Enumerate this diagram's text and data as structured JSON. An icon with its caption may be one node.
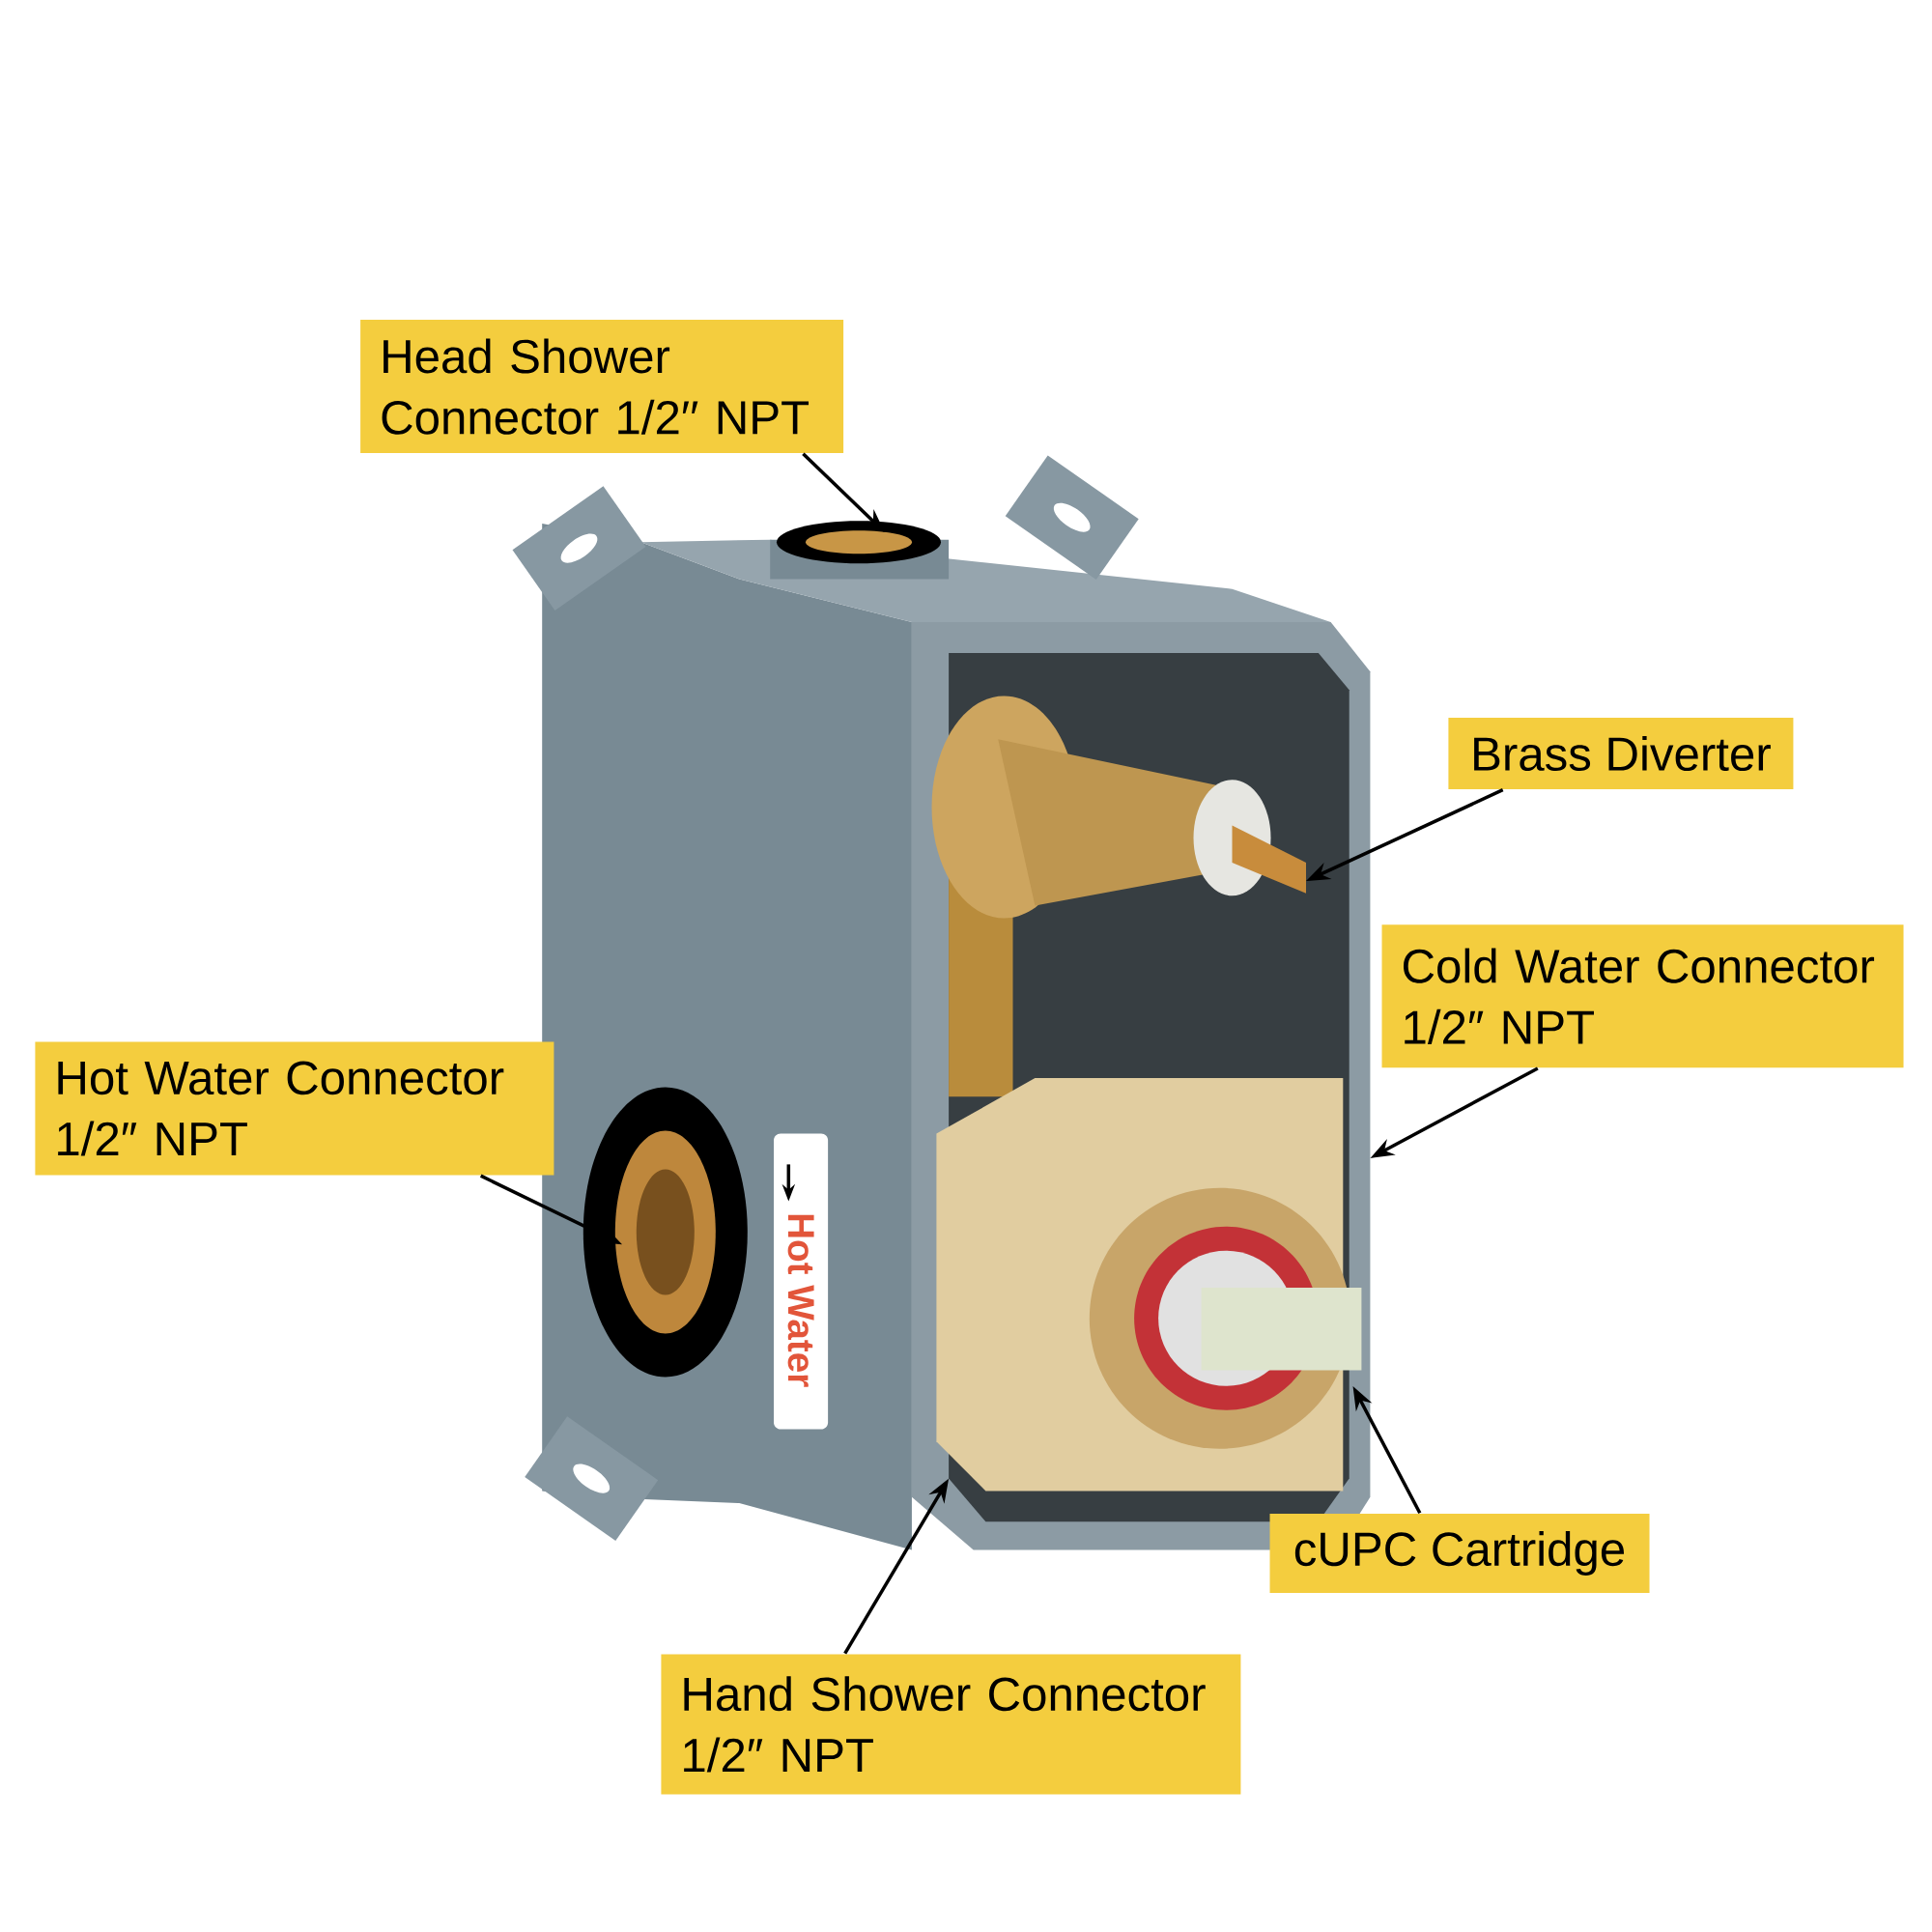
{
  "diagram": {
    "nodes": [
      {
        "text": [
          "Head Shower Connector 1/2′′ NPT"
        ]
      },
      {
        "text": [
          "Brass Diverter"
        ]
      },
      {
        "text": [
          "Cold Water Connector 1/2″ NPT"
        ]
      },
      {
        "text": [
          "Hot Water Connector 1/2″ NPT"
        ]
      },
      {
        "text": [
          "cUPC Cartridge"
        ]
      },
      {
        "text": [
          "Hand Shower Connector 1/2″ NPT"
        ]
      }
    ],
    "edges": [
      {
        "from": 0,
        "to": null,
        "arrow": "to"
      },
      {
        "from": 1,
        "to": null,
        "arrow": "to"
      },
      {
        "from": 2,
        "to": null,
        "arrow": "to"
      },
      {
        "from": 3,
        "to": null,
        "arrow": "to"
      },
      {
        "from": 4,
        "to": null,
        "arrow": "to"
      },
      {
        "from": 5,
        "to": null,
        "arrow": "to"
      }
    ],
    "labels": [
      "Hot Water"
    ]
  }
}
